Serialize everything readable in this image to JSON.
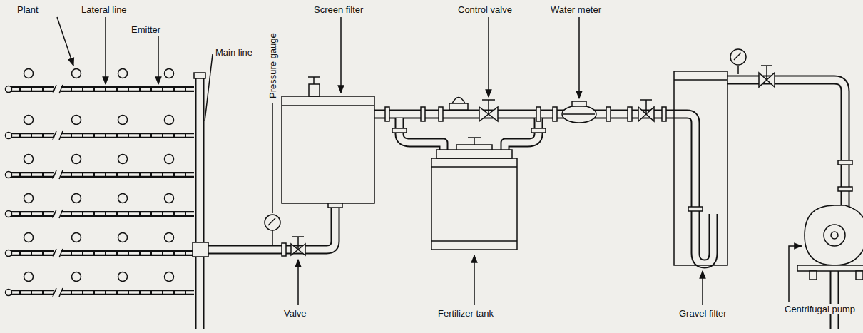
{
  "diagram": {
    "labels": [
      "Plant",
      "Lateral line",
      "Emitter",
      "Main line",
      "Pressure gauge",
      "Screen filter",
      "Control valve",
      "Water meter",
      "Valve",
      "Fertilizer tank",
      "Gravel filter",
      "Centrifugal pump"
    ]
  }
}
